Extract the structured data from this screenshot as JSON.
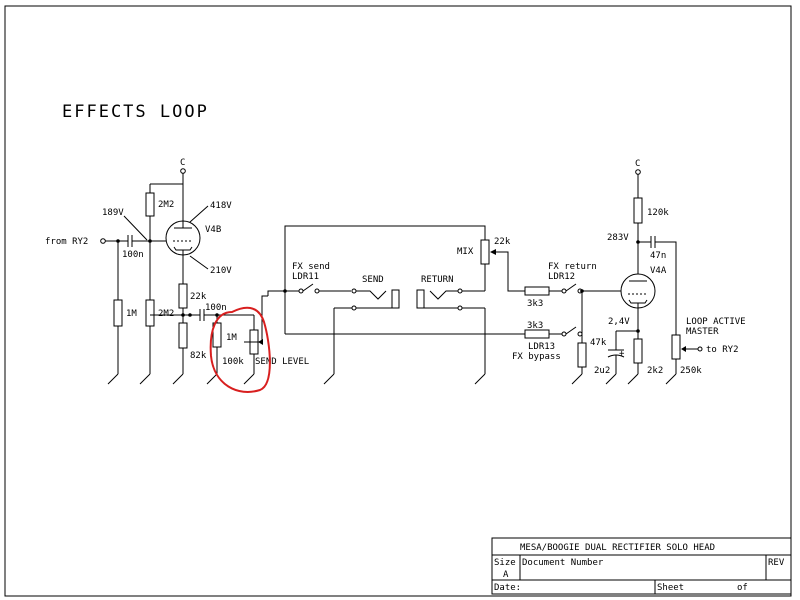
{
  "diagram": {
    "title": "EFFECTS LOOP",
    "supply": "C",
    "input": "from RY2",
    "output": "to RY2",
    "voltages": {
      "grid_bias": "189V",
      "v4b_plate": "418V",
      "v4b_cathode": "210V",
      "v4a_plate": "283V",
      "v4a_cathode": "2,4V"
    },
    "tubes": {
      "left": "V4B",
      "right": "V4A"
    },
    "components": {
      "c_in": "100n",
      "r_grid": "1M",
      "r_bias": "2M2",
      "r_plate_left": "2M2",
      "r_cath1": "22k",
      "r_cath2": "82k",
      "c_out": "100n",
      "r_send": "1M",
      "pot_send": "100k",
      "pot_mix": "22k",
      "r_plate_right": "120k",
      "c_out2": "47n",
      "r_series1": "3k3",
      "r_series2": "3k3",
      "r_47k": "47k",
      "c_cath": "2u2",
      "r_cath_right": "2k2",
      "pot_master": "250k"
    },
    "labels": {
      "send_level": "SEND LEVEL",
      "fx_send": "FX send",
      "ldr11": "LDR11",
      "send_jack": "SEND",
      "return_jack": "RETURN",
      "mix": "MIX",
      "fx_return": "FX return",
      "ldr12": "LDR12",
      "ldr13": "LDR13",
      "fx_bypass": "FX bypass",
      "loop_active": "LOOP ACTIVE",
      "master": "MASTER"
    }
  },
  "title_block": {
    "name": "MESA/BOOGIE DUAL RECTIFIER SOLO HEAD",
    "size_label": "Size",
    "size_value": "A",
    "doc_label": "Document Number",
    "rev_label": "REV",
    "date_label": "Date:",
    "sheet_label": "Sheet",
    "of_label": "of"
  },
  "annotation": {
    "highlight_color": "#d81f1f"
  }
}
